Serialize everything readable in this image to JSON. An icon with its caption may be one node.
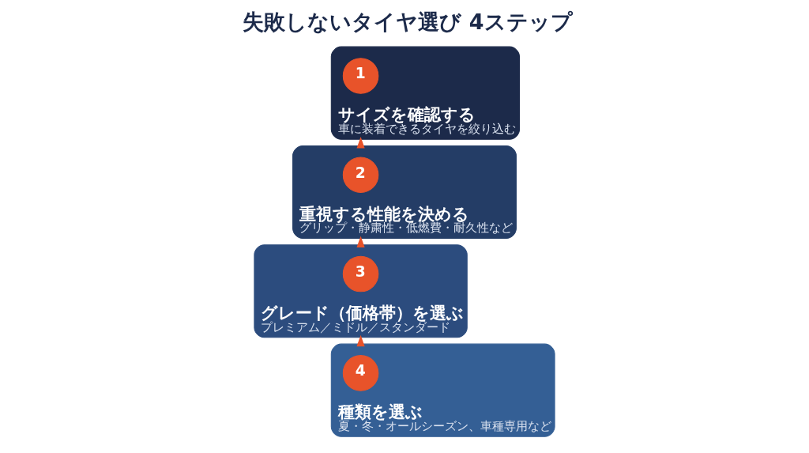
{
  "diagram": {
    "title": "失敗しないタイヤ選び 4ステップ",
    "nodes": [
      {
        "text": [
          "サイズを確認する",
          "車に装着できるタイヤを絞り込む"
        ]
      },
      {
        "text": [
          "1"
        ],
        "in": 0
      },
      {
        "text": [
          "重視する性能を決める",
          "グリップ・静粛性・低燃費・耐久性など"
        ]
      },
      {
        "text": [
          "2"
        ],
        "in": 2
      },
      {
        "text": [
          "グレード（価格帯）を選ぶ",
          "プレミアム／ミドル／スタンダード"
        ]
      },
      {
        "text": [
          "3"
        ],
        "in": 4
      },
      {
        "text": [
          "種類を選ぶ",
          "夏・冬・オールシーズン、車種専用など"
        ]
      },
      {
        "text": [
          "4"
        ],
        "in": 6
      }
    ],
    "edges": [
      {
        "from": 2,
        "to": 0,
        "arrow": "to"
      },
      {
        "from": 4,
        "to": 2,
        "arrow": "to"
      },
      {
        "from": 6,
        "to": 4,
        "arrow": "to"
      }
    ]
  }
}
